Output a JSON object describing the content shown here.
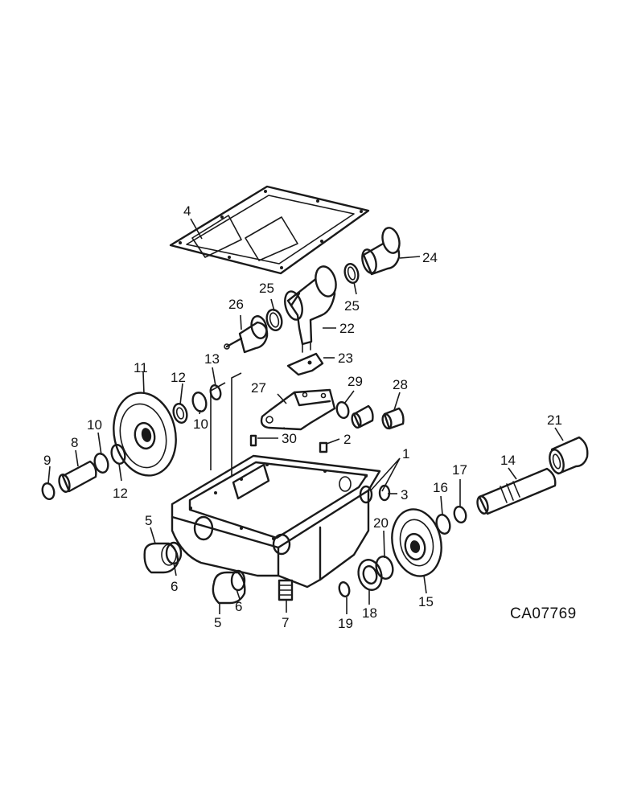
{
  "drawing_code": "CA07769",
  "callouts": {
    "c1": "1",
    "c2": "2",
    "c3": "3",
    "c4": "4",
    "c5a": "5",
    "c5b": "5",
    "c6a": "6",
    "c6b": "6",
    "c7": "7",
    "c8": "8",
    "c9": "9",
    "c10a": "10",
    "c10b": "10",
    "c11": "11",
    "c12a": "12",
    "c12b": "12",
    "c13": "13",
    "c14": "14",
    "c15": "15",
    "c16": "16",
    "c17": "17",
    "c18": "18",
    "c19": "19",
    "c20": "20",
    "c21": "21",
    "c22": "22",
    "c23": "23",
    "c24": "24",
    "c25a": "25",
    "c25b": "25",
    "c26": "26",
    "c27": "27",
    "c28": "28",
    "c29": "29",
    "c30": "30"
  }
}
